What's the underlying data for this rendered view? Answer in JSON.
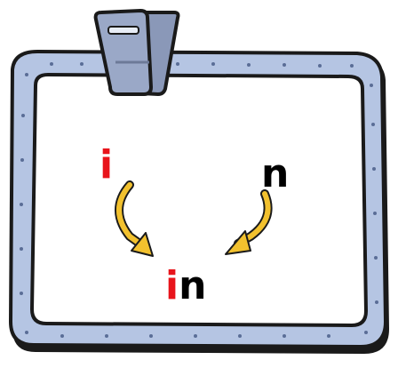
{
  "top_letters": {
    "left": "i",
    "right": "n"
  },
  "result_word": {
    "part1": "i",
    "part2": "n"
  },
  "colors": {
    "vowel": "#e8141b",
    "consonant": "#000000",
    "arrow": "#f2c12e",
    "board_border": "#b5c5e3",
    "board_inner": "#ffffff",
    "board_outline": "#1a1a1a",
    "clip": "#8a98b8"
  },
  "icons": {
    "clip": "binder-clip-icon",
    "arrow_left": "curved-arrow-down-right-icon",
    "arrow_right": "curved-arrow-down-left-icon"
  }
}
